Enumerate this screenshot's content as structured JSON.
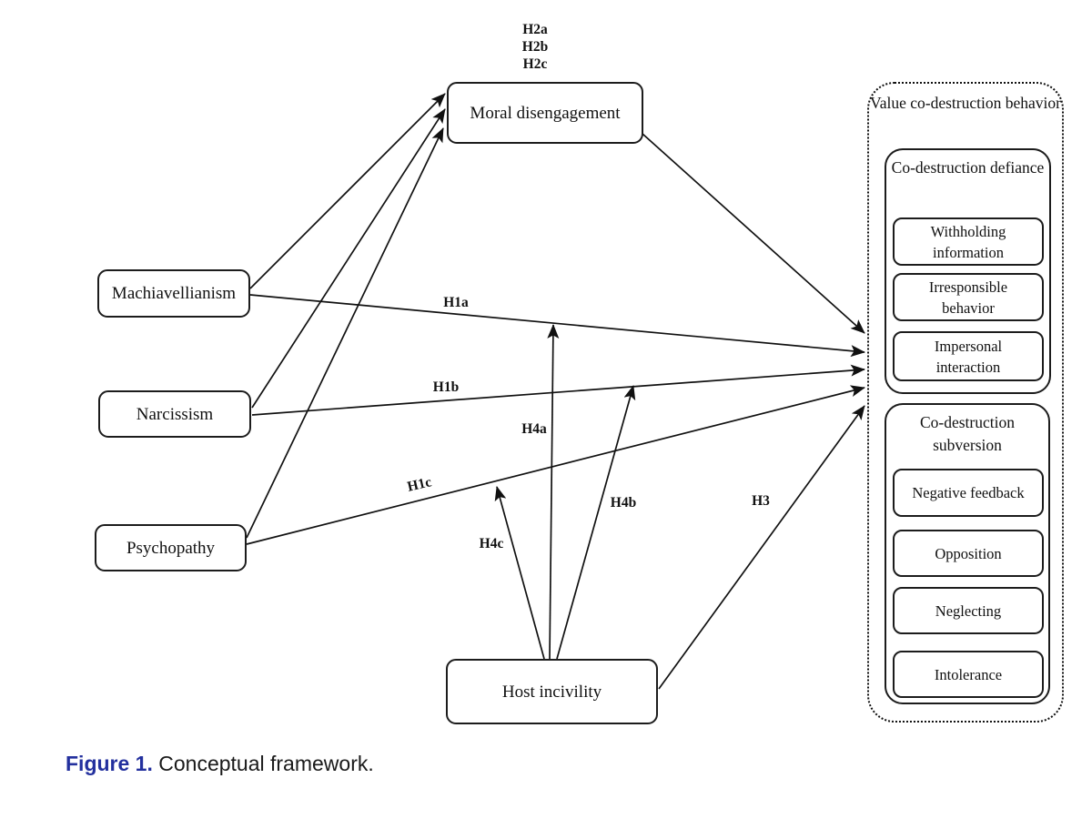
{
  "figure": {
    "caption_label": "Figure 1.",
    "caption_text": " Conceptual framework.",
    "caption_accent_color": "#23309e"
  },
  "nodes": {
    "machiavellianism": "Machiavellianism",
    "narcissism": "Narcissism",
    "psychopathy": "Psychopathy",
    "moral_disengagement": "Moral disengagement",
    "host_incivility": "Host incivility"
  },
  "outcome_panel": {
    "title": "Value co-destruction behavior",
    "groups": [
      {
        "label": "Co-destruction defiance",
        "items": [
          "Withholding information",
          "Irresponsible behavior",
          "Impersonal interaction"
        ]
      },
      {
        "label": "Co-destruction subversion",
        "items": [
          "Negative feedback",
          "Opposition",
          "Neglecting",
          "Intolerance"
        ]
      }
    ]
  },
  "hypotheses": {
    "h2_stack": [
      "H2a",
      "H2b",
      "H2c"
    ],
    "h1a": "H1a",
    "h1b": "H1b",
    "h1c": "H1c",
    "h3": "H3",
    "h4a": "H4a",
    "h4b": "H4b",
    "h4c": "H4c"
  },
  "colors": {
    "line": "#111111",
    "box_border": "#1c1c1c"
  }
}
